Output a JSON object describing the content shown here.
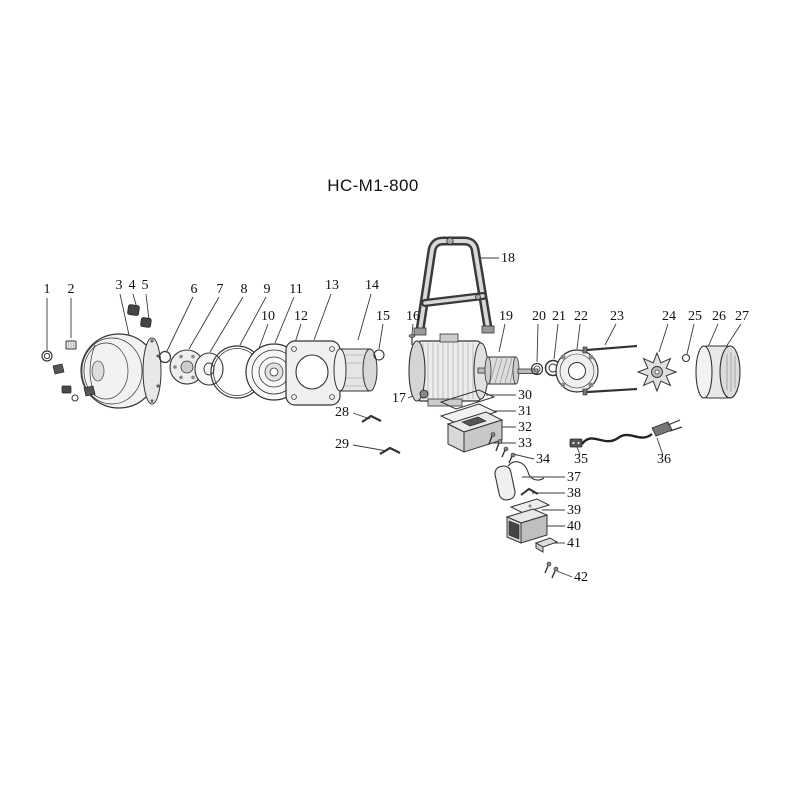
{
  "title": "HC-M1-800",
  "parts": [
    "1",
    "2",
    "3",
    "4",
    "5",
    "6",
    "7",
    "8",
    "9",
    "10",
    "11",
    "12",
    "13",
    "14",
    "15",
    "16",
    "17",
    "18",
    "19",
    "20",
    "21",
    "22",
    "23",
    "24",
    "25",
    "26",
    "27",
    "28",
    "29",
    "30",
    "31",
    "32",
    "33",
    "34",
    "35",
    "36",
    "37",
    "38",
    "39",
    "40",
    "41",
    "42"
  ]
}
